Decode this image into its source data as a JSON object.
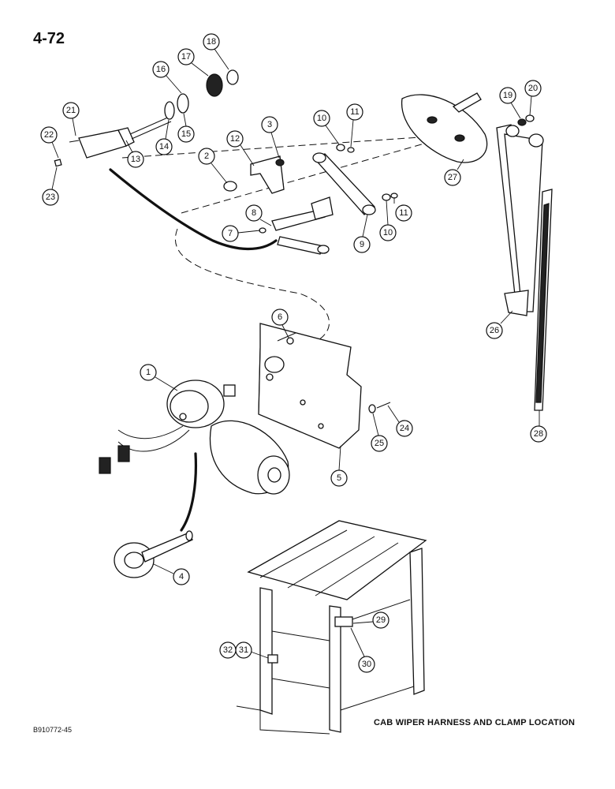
{
  "header": {
    "page_number": "4-72"
  },
  "footer": {
    "figure_id": "B910772-45"
  },
  "caption": "CAB WIPER HARNESS AND CLAMP LOCATION",
  "callouts": [
    "1",
    "2",
    "3",
    "4",
    "5",
    "6",
    "7",
    "8",
    "9",
    "10",
    "10",
    "11",
    "11",
    "12",
    "13",
    "14",
    "15",
    "16",
    "17",
    "18",
    "19",
    "20",
    "21",
    "22",
    "23",
    "24",
    "25",
    "26",
    "27",
    "28",
    "29",
    "30",
    "31",
    "32"
  ]
}
